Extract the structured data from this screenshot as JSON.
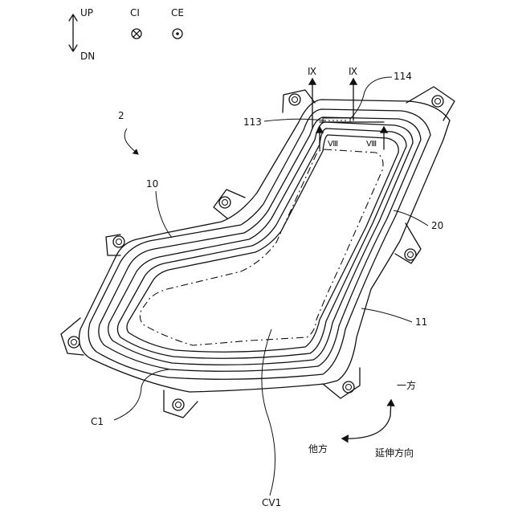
{
  "legend": {
    "up": "UP",
    "down": "DN",
    "ci": "CI",
    "ce": "CE"
  },
  "labels": {
    "ref_2": "2",
    "ref_10": "10",
    "ref_11": "11",
    "ref_20": "20",
    "ref_113": "113",
    "ref_114": "114",
    "ref_c1": "C1",
    "ref_cv1": "CV1",
    "section_ix_left": "Ⅸ",
    "section_ix_right": "Ⅸ",
    "section_viii_left": "Ⅷ",
    "section_viii_right": "Ⅷ"
  },
  "directions": {
    "one_side": "一方",
    "other_side": "他方",
    "extension_direction": "延伸方向"
  }
}
